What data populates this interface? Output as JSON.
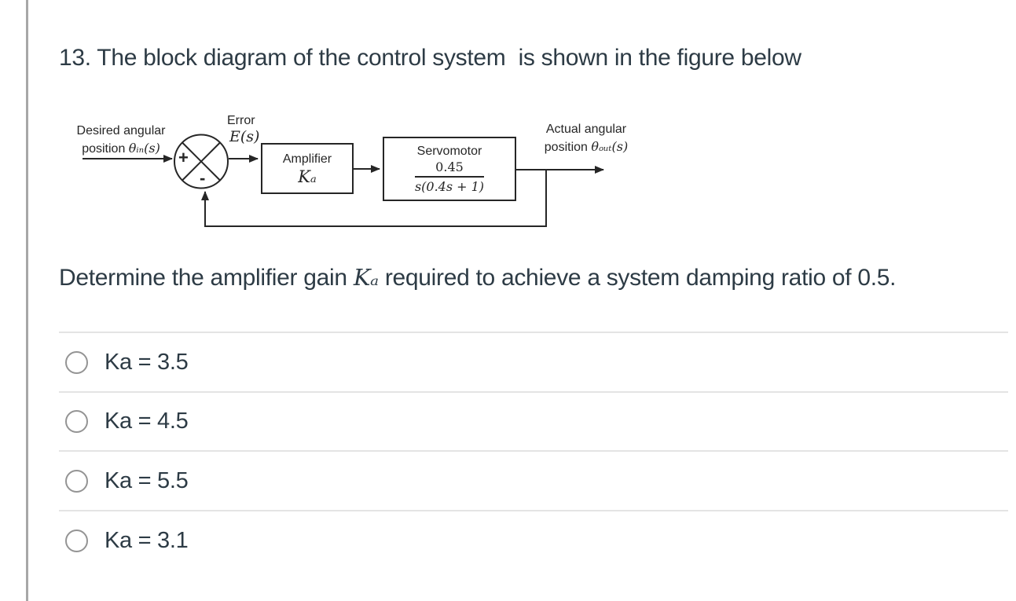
{
  "title": "13. The block diagram of the control system  is shown in the figure below",
  "diagram": {
    "input_label_line1": "Desired angular",
    "input_label_prefix": "position ",
    "input_label_math": "θᵢₙ(s)",
    "error_label": "Error",
    "error_math": "E(s)",
    "sum_plus": "+",
    "sum_minus": "-",
    "amplifier_title": "Amplifier",
    "amplifier_gain": "Kₐ",
    "servomotor_title": "Servomotor",
    "transfer_numerator": "0.45",
    "transfer_denominator": "s(0.4s + 1)",
    "output_label_line1": "Actual angular",
    "output_label_prefix": "position ",
    "output_label_math": "θₒᵤₜ(s)"
  },
  "question": {
    "prompt_before": "Determine the amplifier gain ",
    "prompt_math": "Kₐ",
    "prompt_after": " required to achieve a system damping ratio of 0.5."
  },
  "options": [
    {
      "label": "Ka = 3.5",
      "selected": false
    },
    {
      "label": "Ka = 4.5",
      "selected": false
    },
    {
      "label": "Ka = 5.5",
      "selected": false
    },
    {
      "label": "Ka = 3.1",
      "selected": false
    }
  ],
  "colors": {
    "text": "#2d3b45",
    "diagram_ink": "#262626",
    "divider": "#e4e4e4",
    "radio_border": "#949494",
    "page_left_border": "#a7a7a7",
    "background": "#ffffff"
  }
}
